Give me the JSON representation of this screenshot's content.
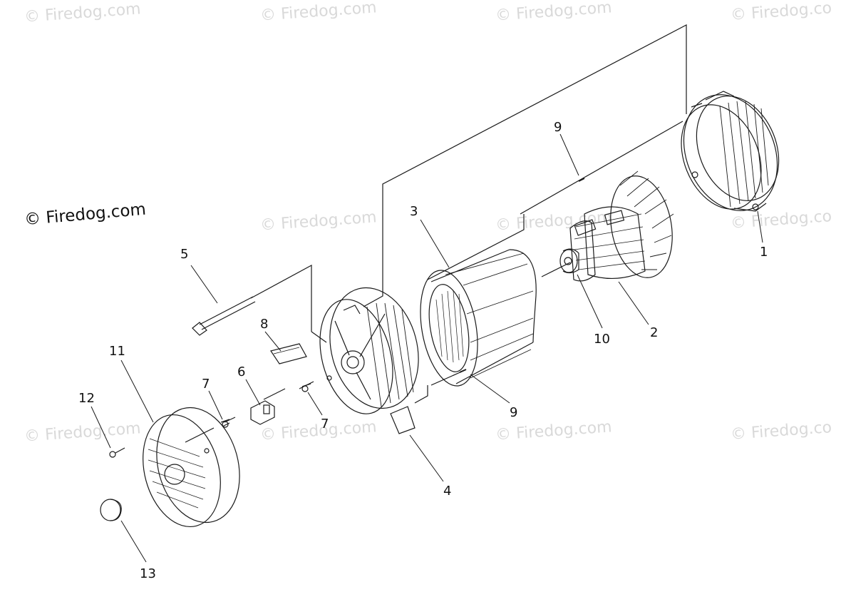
{
  "watermarks": [
    "© Firedog.com",
    "© Firedog.com",
    "© Firedog.com",
    "© Firedog.co",
    "© Firedog.com",
    "© Firedog.com",
    "© Firedog.co",
    "© Firedog.com",
    "© Firedog.com",
    "© Firedog.com",
    "© Firedog.co"
  ],
  "watermark_main": "© Firedog.com",
  "callouts": [
    "1",
    "2",
    "3",
    "4",
    "5",
    "6",
    "7",
    "7",
    "8",
    "9",
    "9",
    "10",
    "11",
    "12",
    "13"
  ],
  "colors": {
    "line": "#1a1a1a",
    "watermark": "#d9d9d9",
    "background": "#ffffff"
  }
}
